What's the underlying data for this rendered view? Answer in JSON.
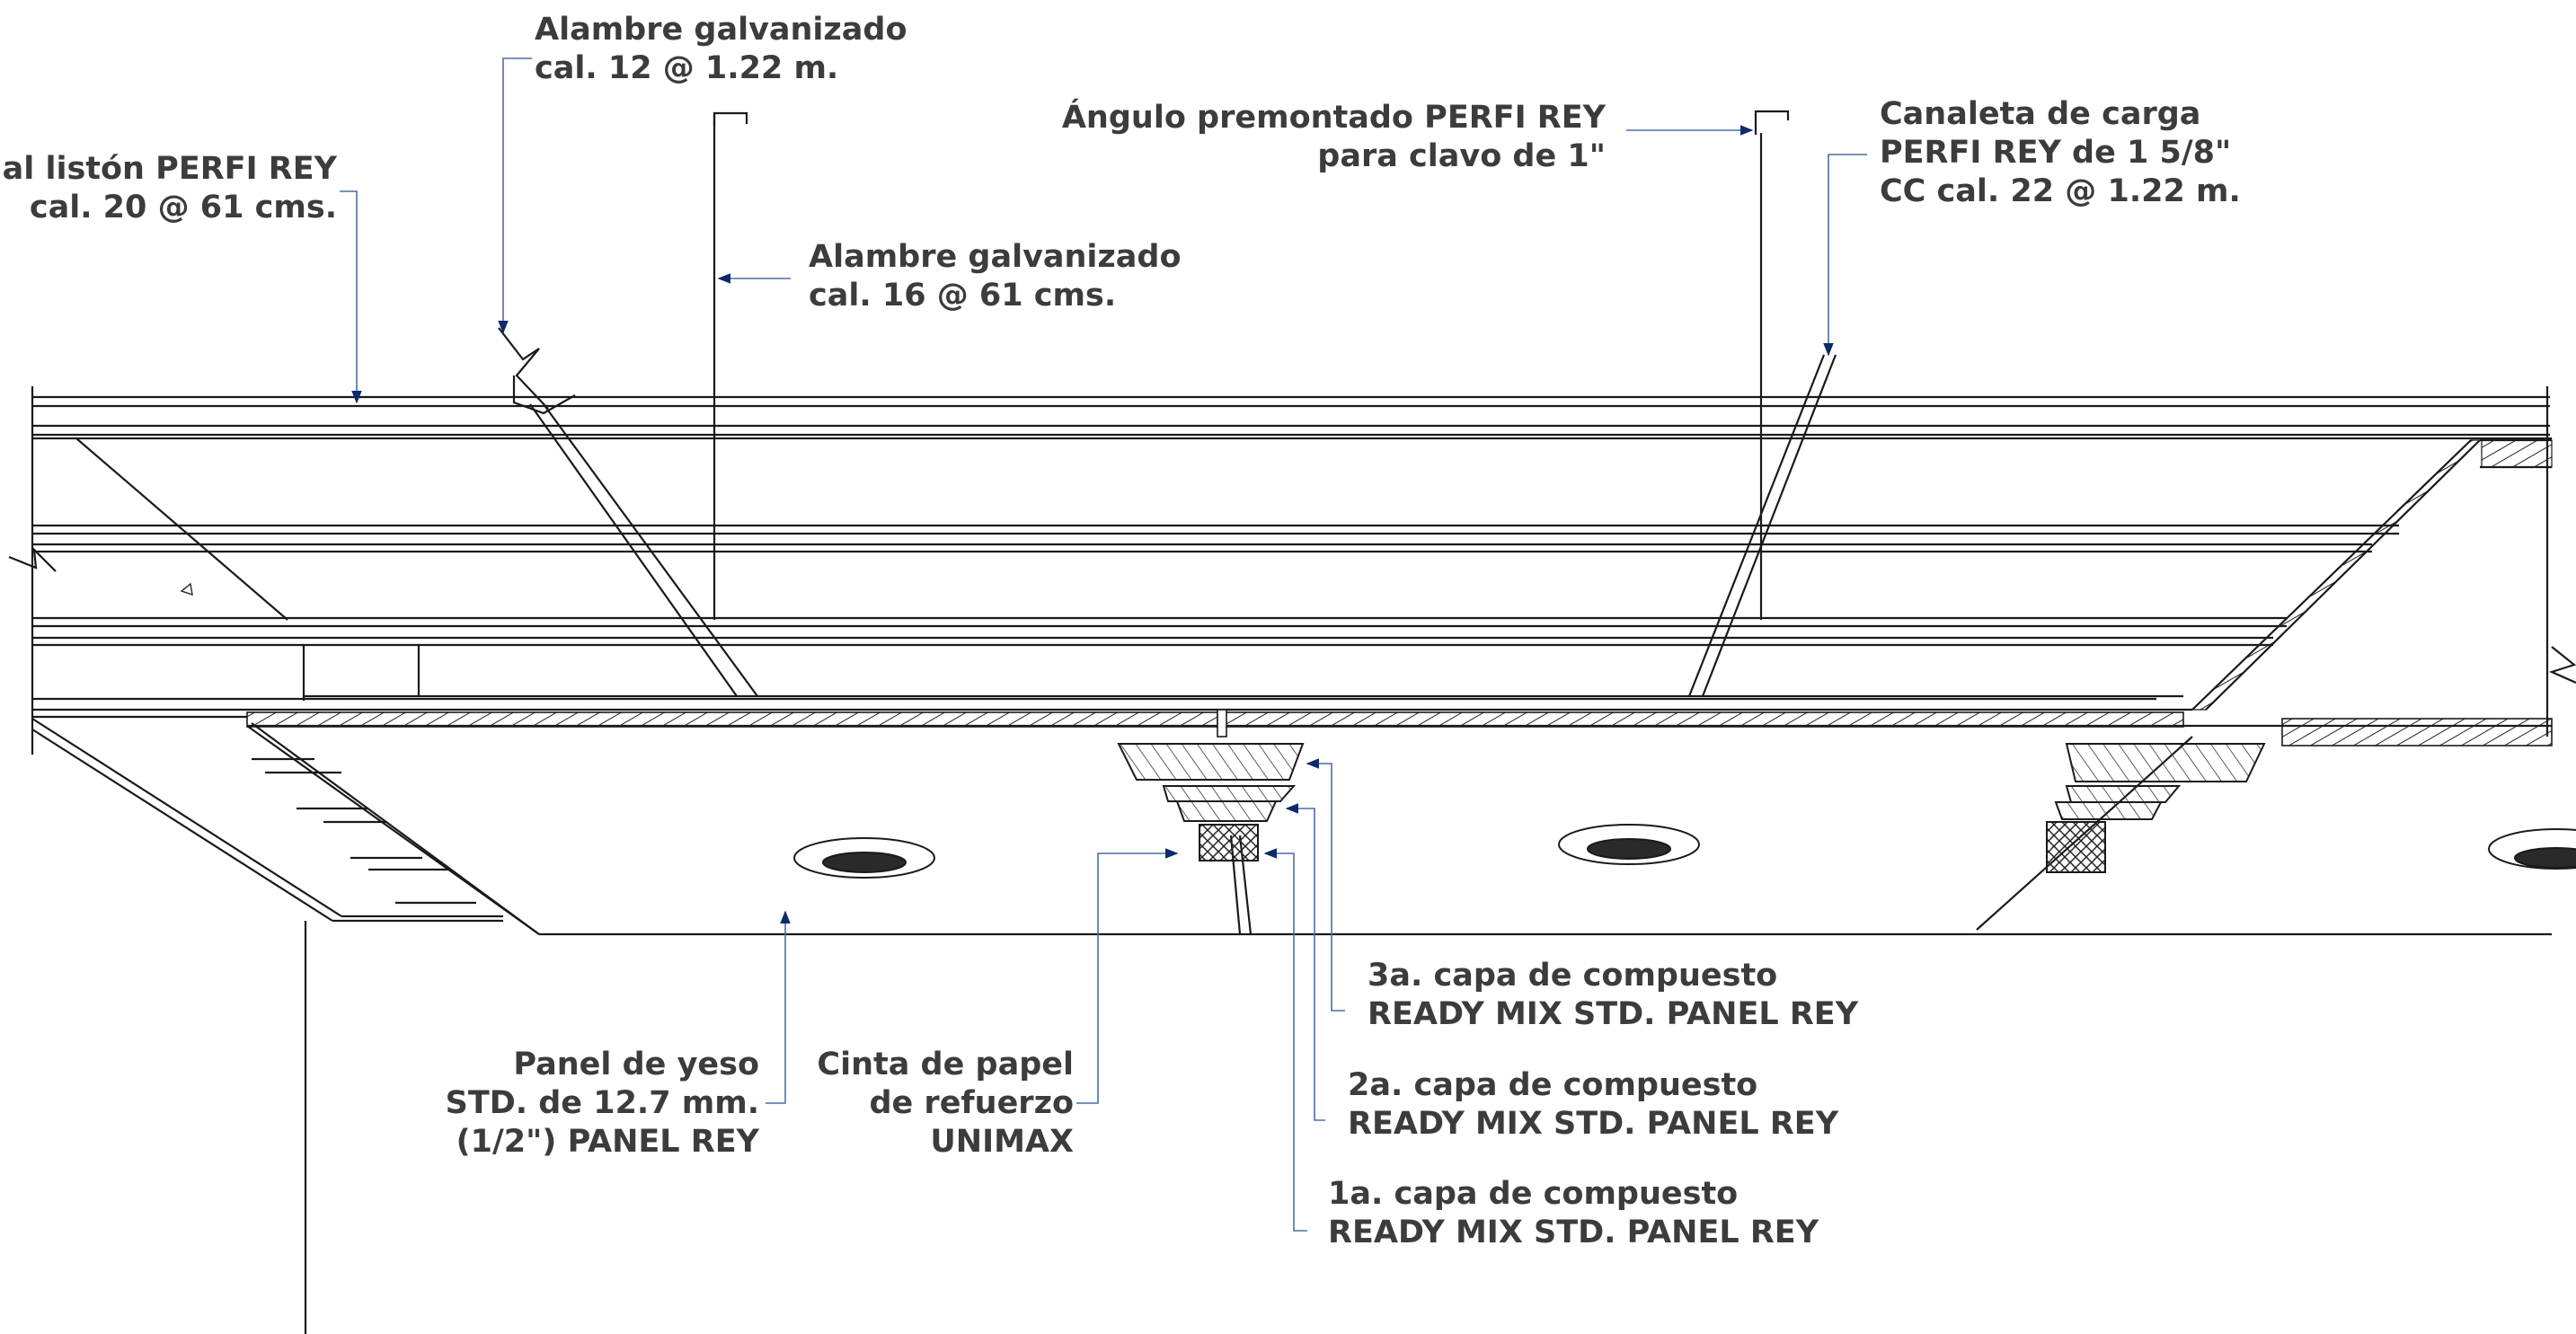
{
  "labels": {
    "alambre12": [
      "Alambre galvanizado",
      "cal. 12 @ 1.22 m."
    ],
    "canal_liston": [
      "Canal listón PERFI REY",
      "cal. 20 @ 61 cms."
    ],
    "alambre16": [
      "Alambre galvanizado",
      "cal. 16 @ 61 cms."
    ],
    "angulo": [
      "Ángulo premontado PERFI REY",
      "para clavo de 1\""
    ],
    "canaleta": [
      "Canaleta de carga",
      "PERFI REY de 1 5/8\"",
      "CC cal. 22 @ 1.22 m."
    ],
    "panel": [
      "Panel de yeso",
      "STD. de 12.7 mm.",
      "(1/2\") PANEL REY"
    ],
    "cinta": [
      "Cinta de papel",
      "de refuerzo",
      "UNIMAX"
    ],
    "capa3": [
      "3a. capa de compuesto",
      "READY MIX STD. PANEL REY"
    ],
    "capa2": [
      "2a. capa de compuesto",
      "READY MIX STD. PANEL REY"
    ],
    "capa1": [
      "1a. capa de compuesto",
      "READY MIX STD. PANEL REY"
    ]
  },
  "colors": {
    "line": "#1a1a1a",
    "leader": "#4a6fa5",
    "arrow": "#0d2a6b",
    "text": "#3c3c3c"
  }
}
